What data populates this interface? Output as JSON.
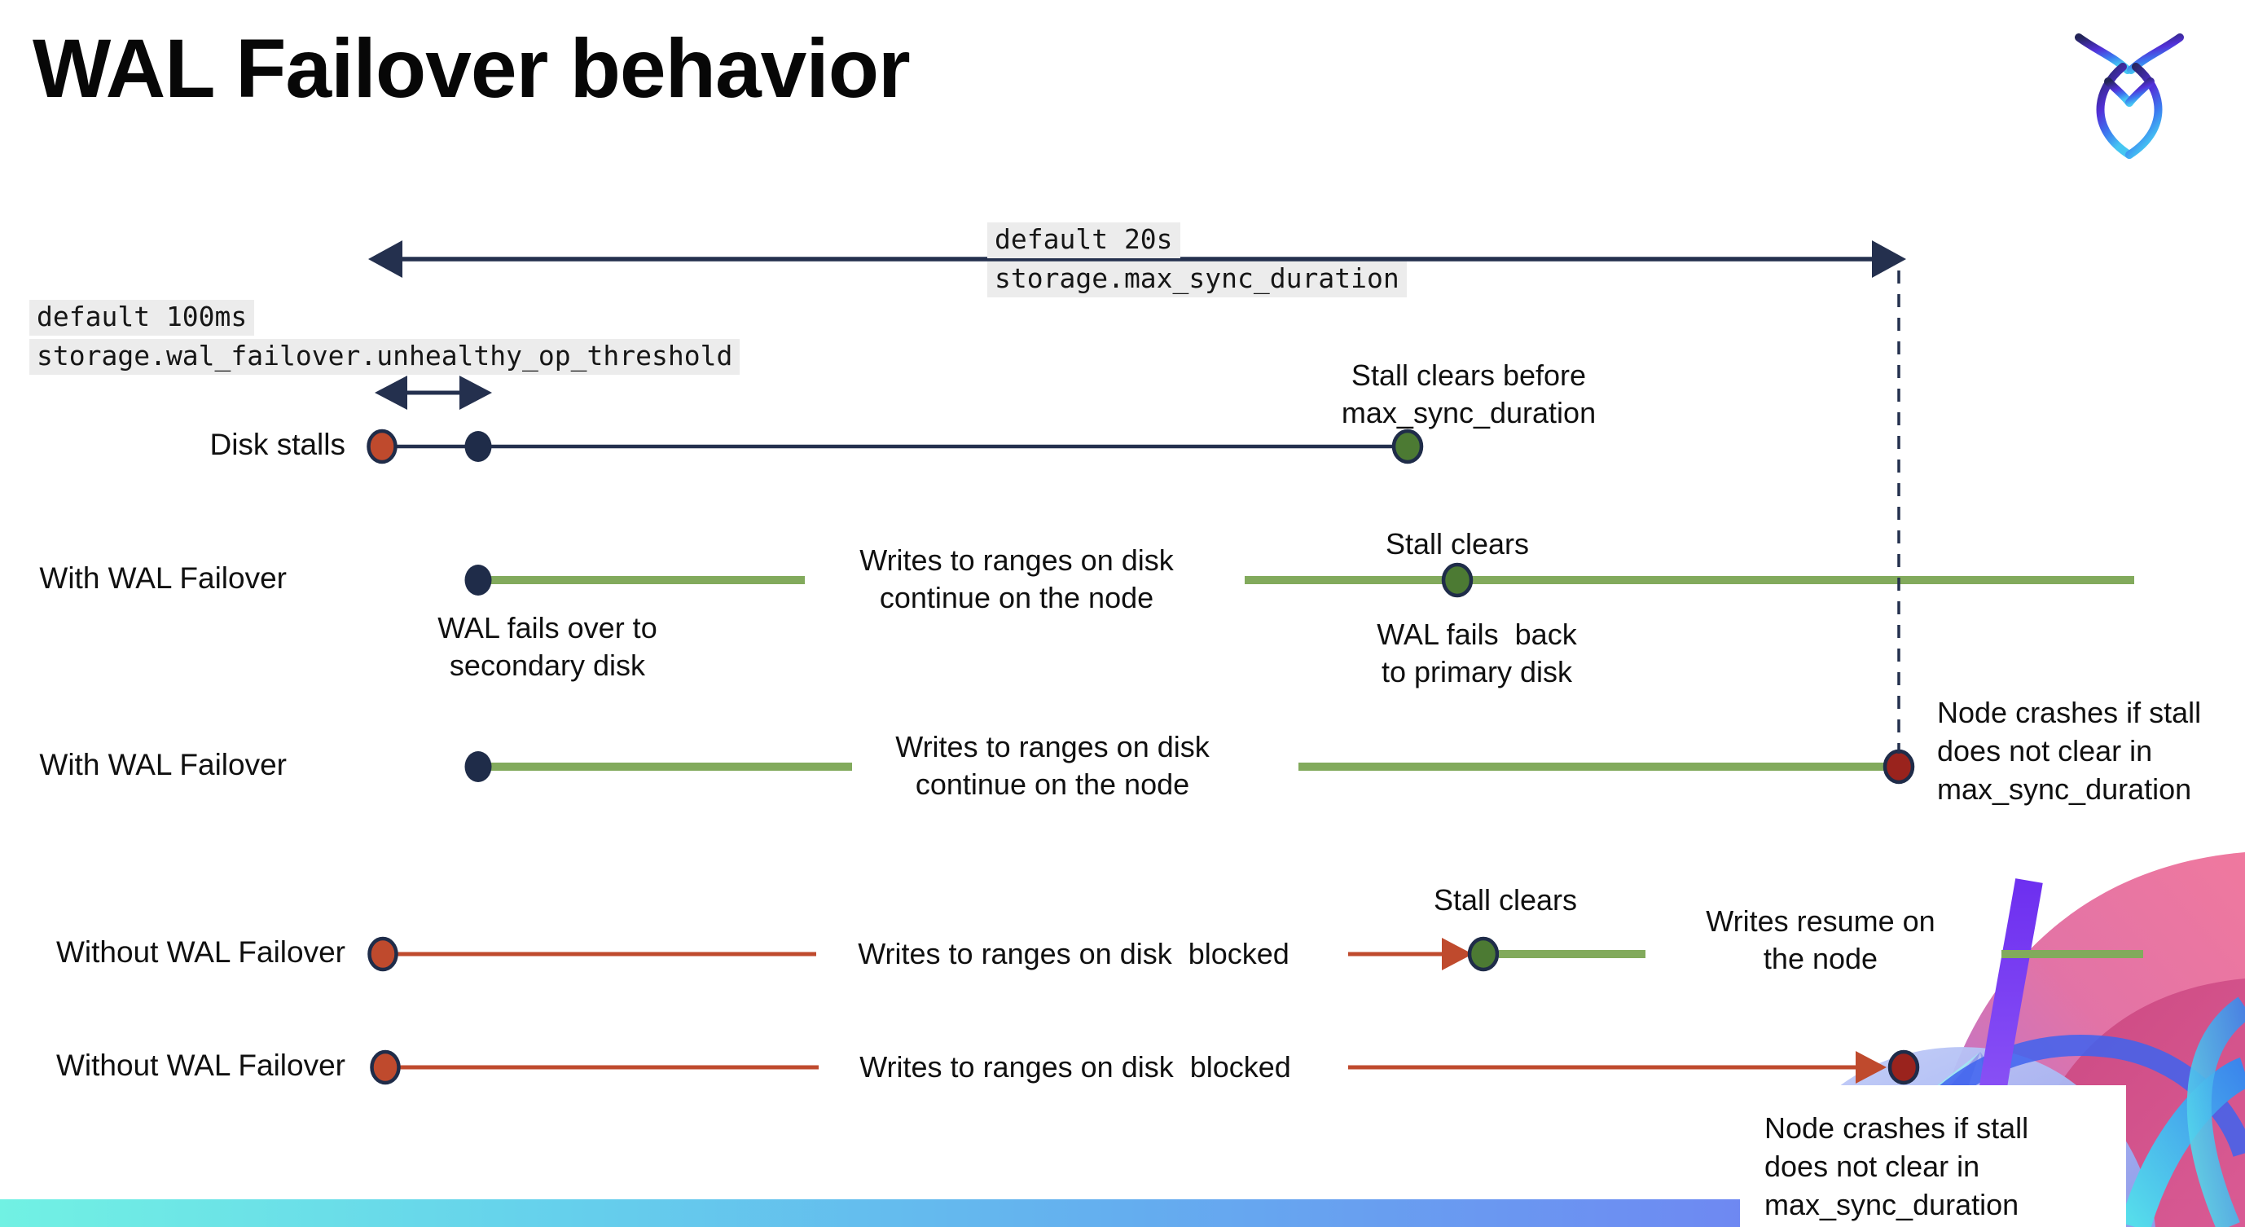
{
  "page": {
    "title": "WAL Failover behavior"
  },
  "settings": {
    "max_sync": {
      "default_label": "default 20s",
      "setting_name": "storage.max_sync_duration"
    },
    "unhealthy_op": {
      "default_label": "default 100ms",
      "setting_name": "storage.wal_failover.unhealthy_op_threshold"
    }
  },
  "rows": [
    {
      "label": "Disk stalls",
      "annotation": "Stall clears before\nmax_sync_duration"
    },
    {
      "label": "With WAL Failover",
      "failover_note": "WAL fails over to\nsecondary disk",
      "mid_text": "Writes to ranges on disk\ncontinue on the node",
      "stall_clears": "Stall clears",
      "failback_note": "WAL fails  back\nto primary disk"
    },
    {
      "label": "With WAL Failover",
      "mid_text": "Writes to ranges on disk\ncontinue on the node",
      "crash_note": "Node crashes if stall\ndoes not clear in\nmax_sync_duration"
    },
    {
      "label": "Without WAL Failover",
      "mid_text": "Writes to ranges on disk  blocked",
      "stall_clears": "Stall clears",
      "resume_note": "Writes resume on\nthe node"
    },
    {
      "label": "Without WAL Failover",
      "mid_text": "Writes to ranges on disk  blocked",
      "crash_note": "Node crashes if stall\ndoes not clear in\nmax_sync_duration"
    }
  ],
  "colors": {
    "navy": "#24304E",
    "dot_outline": "#1F2C49",
    "green_line": "#82AA5C",
    "green_dot": "#4C7A33",
    "stall_red": "#BF4A2D",
    "crash_red": "#9A231D",
    "label_bg": "#ECECEC",
    "bar_gradient": [
      "#71F1E3",
      "#65D0EC",
      "#64AEEF",
      "#6D8CF2",
      "#7767F3"
    ],
    "logo_gradient": [
      "#232457",
      "#5230D8",
      "#3B7CF0",
      "#45C6F2"
    ],
    "graphic_palette": [
      "#E0679E",
      "#C9457E",
      "#8BA0F0",
      "#6D2FF0",
      "#49CBE8",
      "#3E63EE"
    ]
  }
}
